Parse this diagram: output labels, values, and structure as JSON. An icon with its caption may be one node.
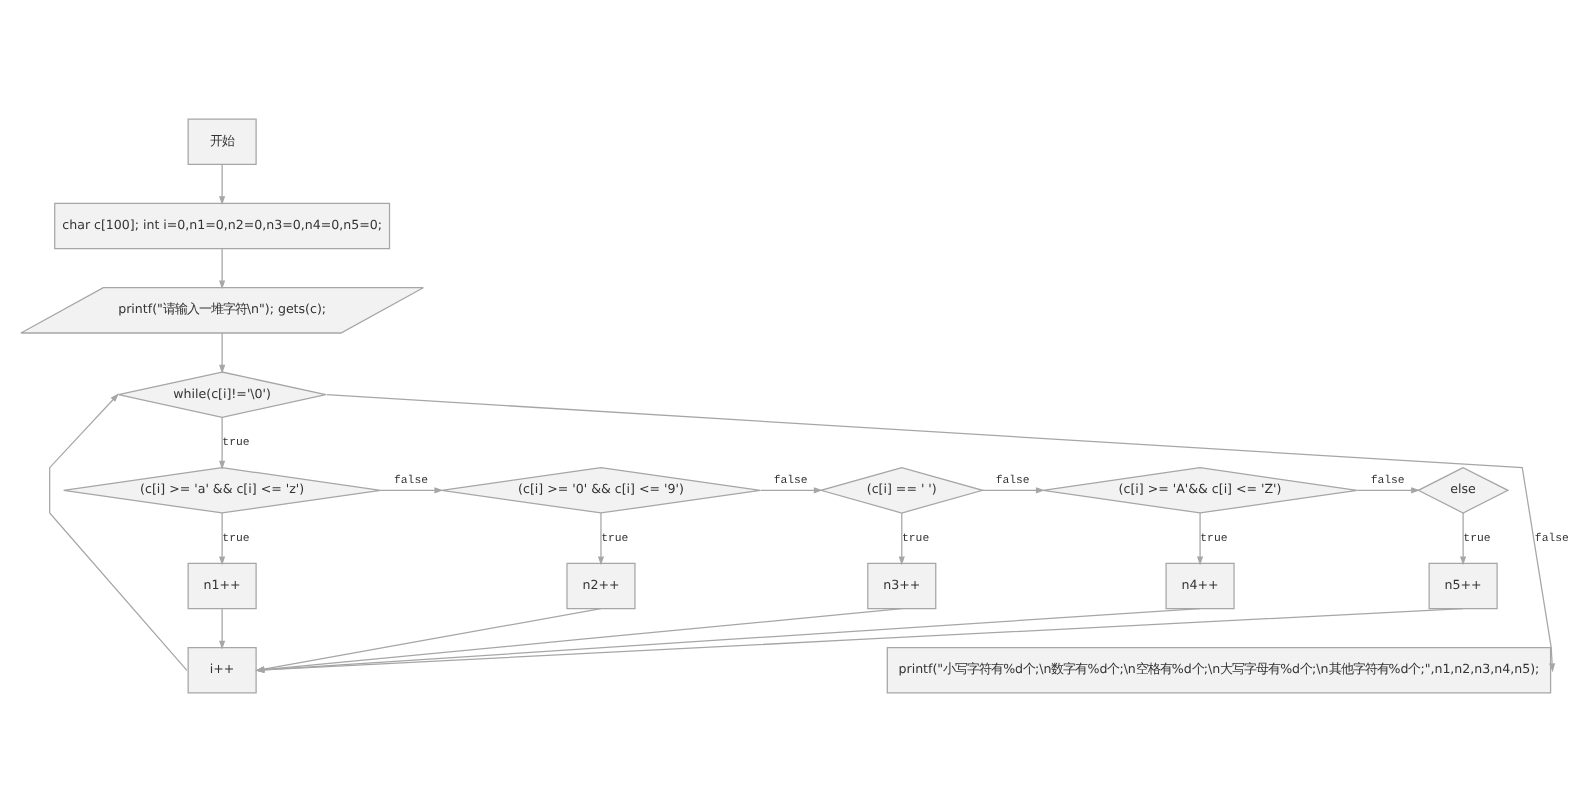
{
  "diagram": {
    "nodes": [
      {
        "text": [
          "开始"
        ]
      },
      {
        "text": [
          "char c[100]; int i=0,n1=0,n2=0,n3=0,n4=0,n5=0;"
        ]
      },
      {
        "text": [
          "printf(\"请输入一堆字符\\n\"); gets(c);"
        ]
      },
      {
        "text": [
          "while(c[i]!='\\0')"
        ]
      },
      {
        "text": [
          "(c[i] >= 'a' && c[i] <= 'z')"
        ]
      },
      {
        "text": [
          "(c[i] >= '0' && c[i] <= '9')"
        ]
      },
      {
        "text": [
          "(c[i] == ' ')"
        ]
      },
      {
        "text": [
          "(c[i] >= 'A'&& c[i] <= 'Z')"
        ]
      },
      {
        "text": [
          "else"
        ]
      },
      {
        "text": [
          "n1++"
        ]
      },
      {
        "text": [
          "n2++"
        ]
      },
      {
        "text": [
          "n3++"
        ]
      },
      {
        "text": [
          "n4++"
        ]
      },
      {
        "text": [
          "n5++"
        ]
      },
      {
        "text": [
          "i++"
        ]
      },
      {
        "text": [
          "printf(\"小写字符有%d个;\\n数字有%d个;\\n空格有%d个;\\n大写字母有%d个;\\n其他字符有%d个;\",n1,n2,n3,n4,n5);"
        ]
      }
    ],
    "edges": [
      {
        "from": 0,
        "to": 1,
        "arrow": "to"
      },
      {
        "from": 1,
        "to": 2,
        "arrow": "to"
      },
      {
        "from": 2,
        "to": 3,
        "arrow": "to"
      },
      {
        "from": 3,
        "to": 4,
        "arrow": "to",
        "label": "true"
      },
      {
        "from": 4,
        "to": 5,
        "arrow": "to",
        "label": "false"
      },
      {
        "from": 5,
        "to": 6,
        "arrow": "to",
        "label": "false"
      },
      {
        "from": 6,
        "to": 7,
        "arrow": "to",
        "label": "false"
      },
      {
        "from": 7,
        "to": 8,
        "arrow": "to",
        "label": "false"
      },
      {
        "from": 4,
        "to": 9,
        "arrow": "to",
        "label": "true"
      },
      {
        "from": 5,
        "to": 10,
        "arrow": "to",
        "label": "true"
      },
      {
        "from": 6,
        "to": 11,
        "arrow": "to",
        "label": "true"
      },
      {
        "from": 7,
        "to": 12,
        "arrow": "to",
        "label": "true"
      },
      {
        "from": 8,
        "to": 13,
        "arrow": "to",
        "label": "true"
      },
      {
        "from": 9,
        "to": 14,
        "arrow": "to"
      },
      {
        "from": 10,
        "to": 14,
        "arrow": "to"
      },
      {
        "from": 11,
        "to": 14,
        "arrow": "to"
      },
      {
        "from": 12,
        "to": 14,
        "arrow": "to"
      },
      {
        "from": 13,
        "to": 14,
        "arrow": "to"
      },
      {
        "from": 14,
        "to": 3,
        "arrow": "to"
      },
      {
        "from": 3,
        "to": 15,
        "arrow": "to",
        "label": "false"
      }
    ]
  }
}
